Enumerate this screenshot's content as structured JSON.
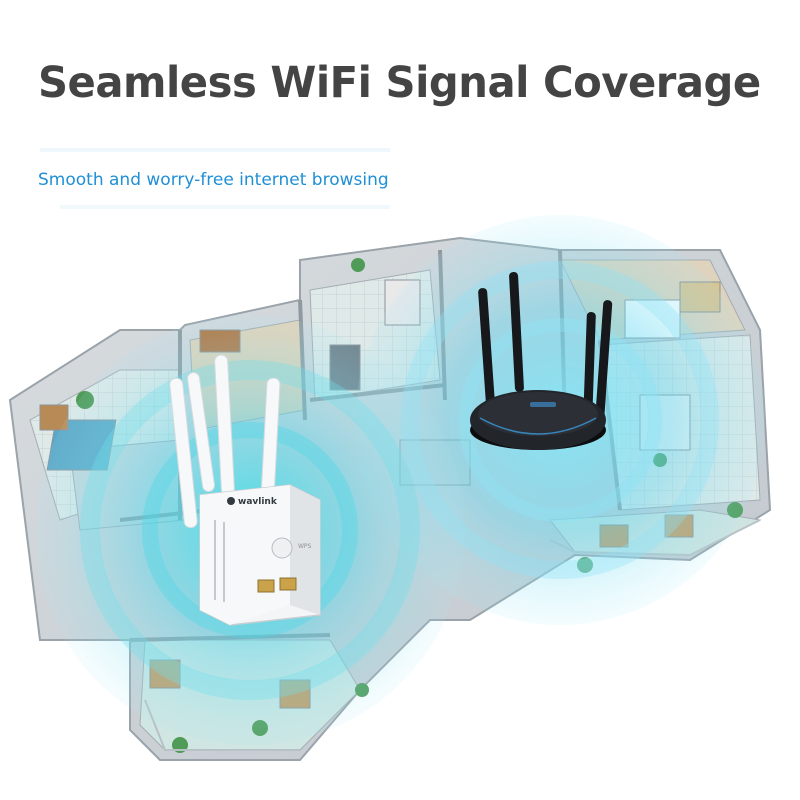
{
  "headline": "Seamless WiFi Signal Coverage",
  "subheadline": "Smooth and worry-free internet browsing",
  "extender": {
    "brand": "wavlink",
    "label": "WPS"
  },
  "colors": {
    "headline": "#444444",
    "subheadline": "#1f8fd6",
    "signal_glow": "#4fd6f0",
    "router_body": "#1b1d21",
    "extender_body": "#f4f5f6"
  }
}
